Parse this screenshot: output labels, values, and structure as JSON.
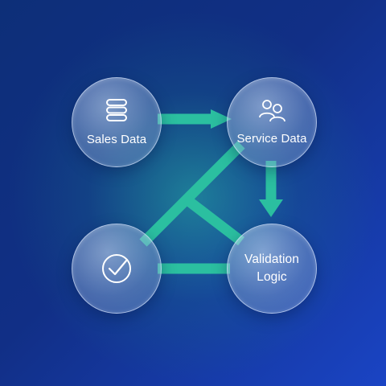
{
  "colors": {
    "background_top": "#0d2f78",
    "background_bottom": "#1a44c4",
    "connector": "#2bbfa0",
    "node_text": "#ffffff"
  },
  "nodes": {
    "sales": {
      "label": "Sales Data",
      "icon": "database-icon"
    },
    "service": {
      "label": "Service Data",
      "icon": "users-icon"
    },
    "check": {
      "label": "",
      "icon": "check-circle-icon"
    },
    "validation": {
      "label": "Validation\nLogic",
      "icon": ""
    }
  }
}
